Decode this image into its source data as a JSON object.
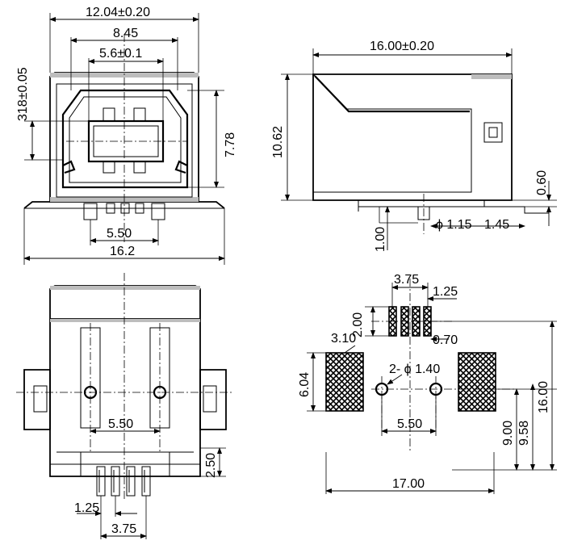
{
  "front_view": {
    "overall_width": "12.04",
    "overall_width_tol": "±0.20",
    "inner_width": "8.45",
    "port_width": "5.6",
    "port_width_tol": "±0.1",
    "left_height": "318±0.05",
    "right_height": "7.78",
    "pin_spacing": "5.50",
    "base_width": "16.2"
  },
  "side_view": {
    "length": "16.00",
    "length_tol": "±0.20",
    "height": "10.62",
    "standoff": "0.60",
    "pin_length": "1.00",
    "peg_dia": "ϕ 1.15",
    "tail": "1.45"
  },
  "bottom_view": {
    "peg_spacing": "5.50",
    "pin_protrusion": "2.50",
    "pin_pitch": "1.25",
    "pin_span": "3.75"
  },
  "pcb_layout": {
    "pad_span": "3.75",
    "pad_pitch": "1.25",
    "row_gap": "2.00",
    "pad_width": "0.70",
    "row_to_row": "3.10",
    "holes": "2- ϕ 1.40",
    "shield_pad_height": "6.04",
    "hole_spacing": "5.50",
    "overall_width": "17.00",
    "ref_a": "9.00",
    "ref_b": "9.58",
    "overall_height": "16.00"
  }
}
